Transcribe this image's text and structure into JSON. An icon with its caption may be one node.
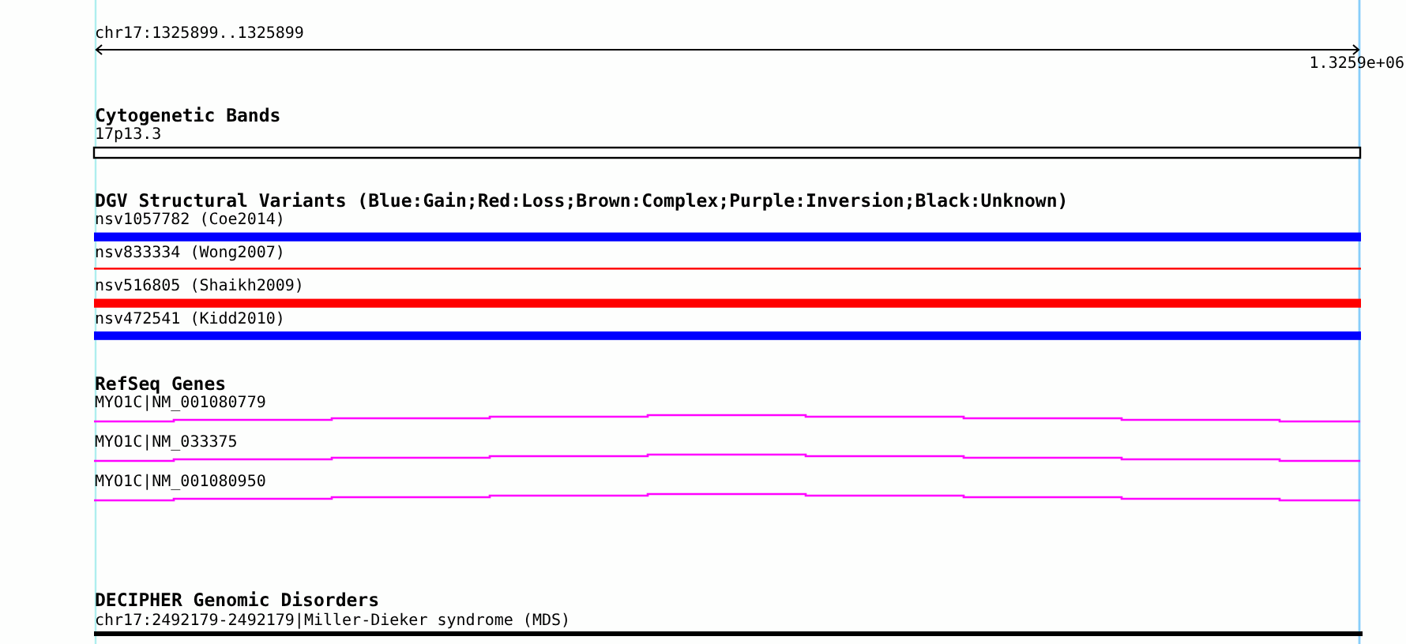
{
  "diagram": {
    "labels": [
      "chr17:1325899..1325899",
      "1.3259e+06",
      "Cytogenetic Bands",
      "17p13.3",
      "DGV Structural Variants (Blue:Gain;Red:Loss;Brown:Complex;Purple:Inversion;Black:Unknown)",
      "nsv1057782 (Coe2014)",
      "nsv833334 (Wong2007)",
      "nsv516805 (Shaikh2009)",
      "nsv472541 (Kidd2010)",
      "RefSeq Genes",
      "MYO1C|NM_001080779",
      "MYO1C|NM_033375",
      "MYO1C|NM_001080950",
      "DECIPHER Genomic Disorders",
      "chr17:2492179-2492179|Miller-Dieker syndrome (MDS)"
    ]
  }
}
